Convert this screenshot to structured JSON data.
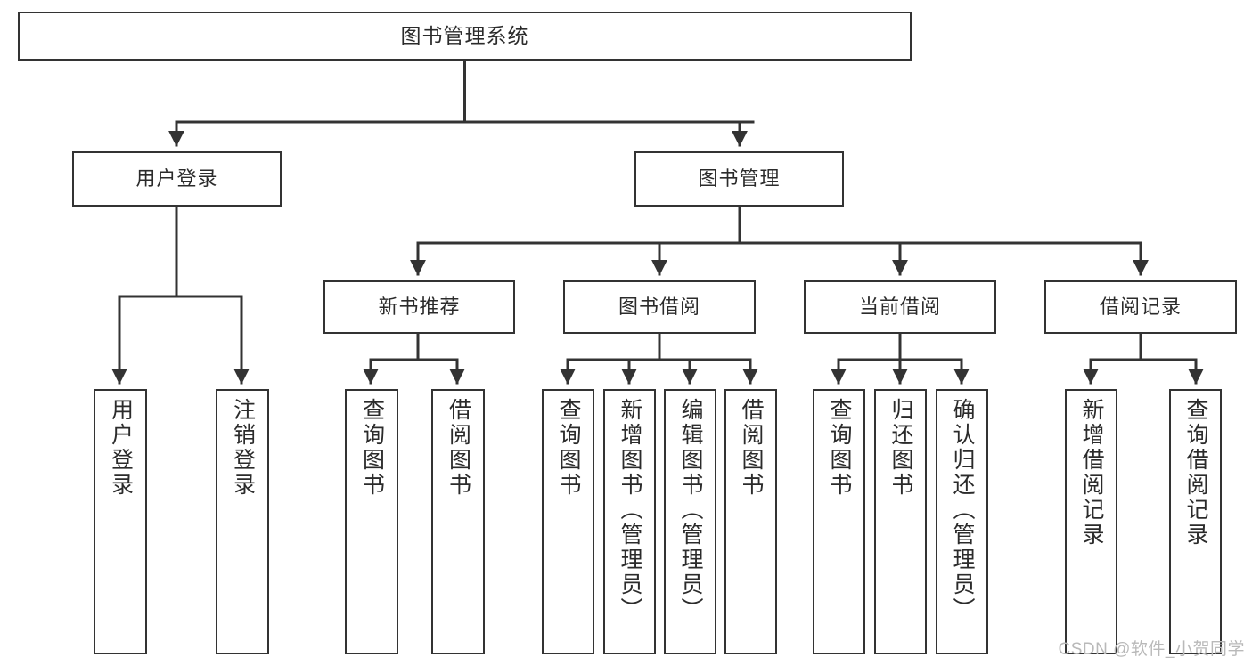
{
  "diagram": {
    "title": "图书管理系统",
    "type": "tree-hierarchy",
    "watermark": "CSDN @软件_小贺同学",
    "colors": {
      "box_border": "#333333",
      "box_fill": "#ffffff",
      "connector": "#333333",
      "text": "#2b2b2b",
      "watermark": "#b9b9b9",
      "background": "#ffffff"
    },
    "root": {
      "label": "图书管理系统"
    },
    "level2": [
      {
        "label": "用户登录"
      },
      {
        "label": "图书管理"
      }
    ],
    "level3": [
      {
        "label": "新书推荐"
      },
      {
        "label": "图书借阅"
      },
      {
        "label": "当前借阅"
      },
      {
        "label": "借阅记录"
      }
    ],
    "leaves": {
      "user_login": [
        {
          "label": "用户登录"
        },
        {
          "label": "注销登录"
        }
      ],
      "new_book": [
        {
          "label": "查询图书"
        },
        {
          "label": "借阅图书"
        }
      ],
      "book_borrow": [
        {
          "label": "查询图书"
        },
        {
          "label": "新增图书（管理员）"
        },
        {
          "label": "编辑图书（管理员）"
        },
        {
          "label": "借阅图书"
        }
      ],
      "current_borrow": [
        {
          "label": "查询图书"
        },
        {
          "label": "归还图书"
        },
        {
          "label": "确认归还（管理员）"
        }
      ],
      "borrow_record": [
        {
          "label": "新增借阅记录"
        },
        {
          "label": "查询借阅记录"
        }
      ]
    }
  }
}
